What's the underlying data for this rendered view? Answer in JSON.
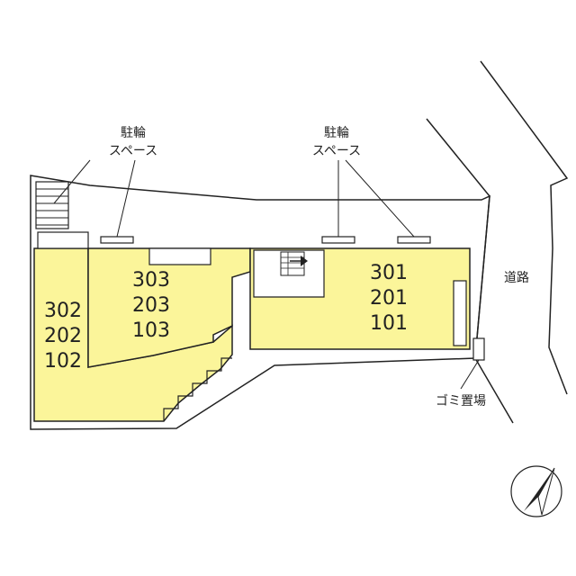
{
  "bike_labels": [
    {
      "line1": "駐輪",
      "line2": "スペース"
    },
    {
      "line1": "駐輪",
      "line2": "スペース"
    }
  ],
  "units": {
    "left": [
      "302",
      "202",
      "102"
    ],
    "middle": [
      "303",
      "203",
      "103"
    ],
    "right": [
      "301",
      "201",
      "101"
    ]
  },
  "road_label": "道路",
  "garbage_label": "ゴミ置場",
  "colors": {
    "building_fill": "#fbf59a",
    "outline": "#222222",
    "background": "#ffffff"
  },
  "icons": {
    "compass": "north-arrow-icon",
    "stairs": "stairs-icon",
    "entrance_arrow": "entrance-arrow-icon"
  }
}
